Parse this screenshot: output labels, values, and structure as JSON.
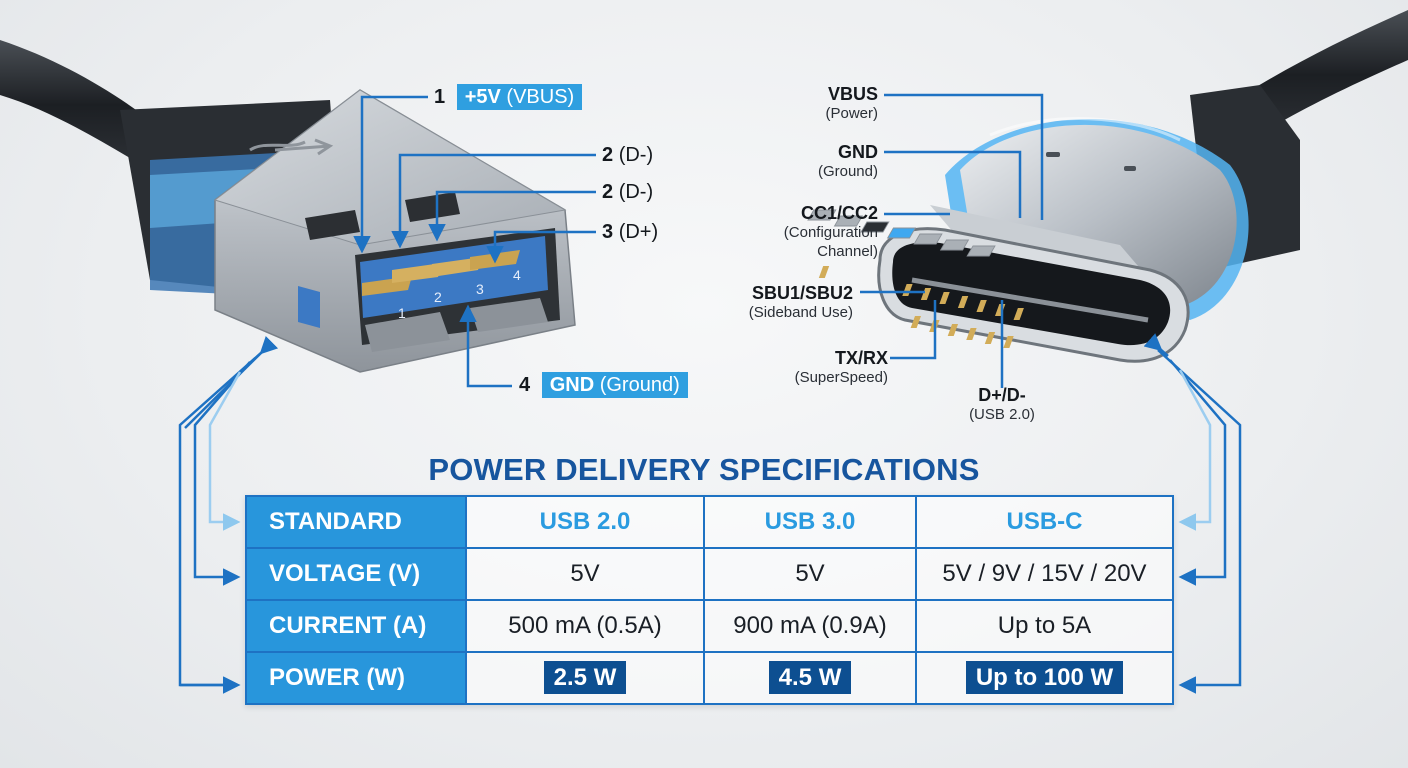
{
  "usb_a_pins": [
    {
      "num": "1",
      "label": "+5V",
      "detail": "(VBUS)"
    },
    {
      "num": "2",
      "label": "(D-)"
    },
    {
      "num": "2",
      "label": "(D-)"
    },
    {
      "num": "3",
      "label": "(D+)"
    },
    {
      "num": "4",
      "label": "GND",
      "detail": "(Ground)"
    }
  ],
  "usb_a_contact_numbers": [
    "1",
    "2",
    "3",
    "4"
  ],
  "usb_c_pins": [
    {
      "name": "VBUS",
      "desc": "(Power)"
    },
    {
      "name": "GND",
      "desc": "(Ground)"
    },
    {
      "name": "CC1/CC2",
      "desc": "(Configuration",
      "desc2": "Channel)"
    },
    {
      "name": "SBU1/SBU2",
      "desc": "(Sideband Use)"
    },
    {
      "name": "TX/RX",
      "desc": "(SuperSpeed)"
    },
    {
      "name": "D+/D-",
      "desc": "(USB 2.0)"
    }
  ],
  "table": {
    "title": "POWER DELIVERY SPECIFICATIONS",
    "rows": [
      {
        "header": "STANDARD",
        "cells": [
          "USB 2.0",
          "USB 3.0",
          "USB-C"
        ]
      },
      {
        "header": "VOLTAGE (V)",
        "cells": [
          "5V",
          "5V",
          "5V / 9V / 15V / 20V"
        ]
      },
      {
        "header": "CURRENT (A)",
        "cells": [
          "500 mA (0.5A)",
          "900 mA (0.9A)",
          "Up to 5A"
        ]
      },
      {
        "header": "POWER (W)",
        "cells": [
          "2.5 W",
          "4.5 W",
          "Up to 100 W"
        ]
      }
    ]
  },
  "colors": {
    "accent": "#2896dc",
    "dark_accent": "#0d4f91",
    "title": "#17559e",
    "line": "#1e72c3"
  }
}
